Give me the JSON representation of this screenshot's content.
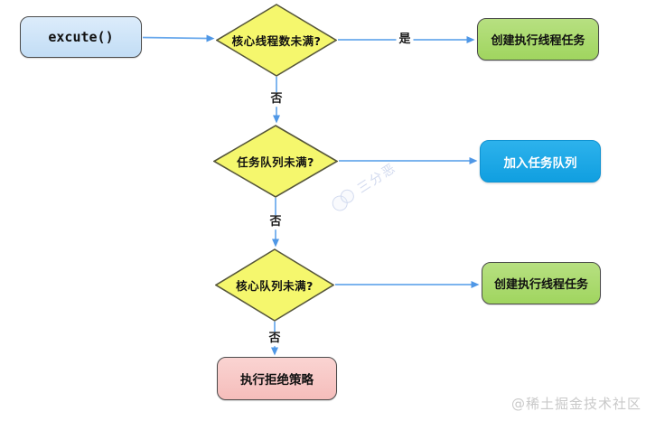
{
  "diagram": {
    "nodes": {
      "start": {
        "label": "excute()",
        "type": "rounded-rect"
      },
      "decision1": {
        "label": "核心线程数未满?",
        "type": "diamond"
      },
      "task1": {
        "label": "创建执行线程任务",
        "type": "rounded-rect"
      },
      "decision2": {
        "label": "任务队列未满?",
        "type": "diamond"
      },
      "queue": {
        "label": "加入任务队列",
        "type": "rounded-rect"
      },
      "decision3": {
        "label": "核心队列未满?",
        "type": "diamond"
      },
      "task2": {
        "label": "创建执行线程任务",
        "type": "rounded-rect"
      },
      "reject": {
        "label": "执行拒绝策略",
        "type": "rounded-rect"
      }
    },
    "edge_labels": {
      "yes1": "是",
      "no1": "否",
      "no2": "否",
      "no3": "否"
    },
    "colors": {
      "start_fill": "#cce3f8",
      "decision_fill": "#f5f76d",
      "decision_border": "#56563a",
      "task_fill": "#aadb70",
      "queue_fill": "#17a5e6",
      "reject_fill": "#f8c9c7",
      "node_border": "#4b4b4b",
      "arrow_line": "#6aa9ec",
      "arrow_head": "#4f97e6"
    }
  },
  "watermarks": {
    "center_logo_text": "三分恶",
    "corner_text": "@稀土掘金技术社区"
  }
}
